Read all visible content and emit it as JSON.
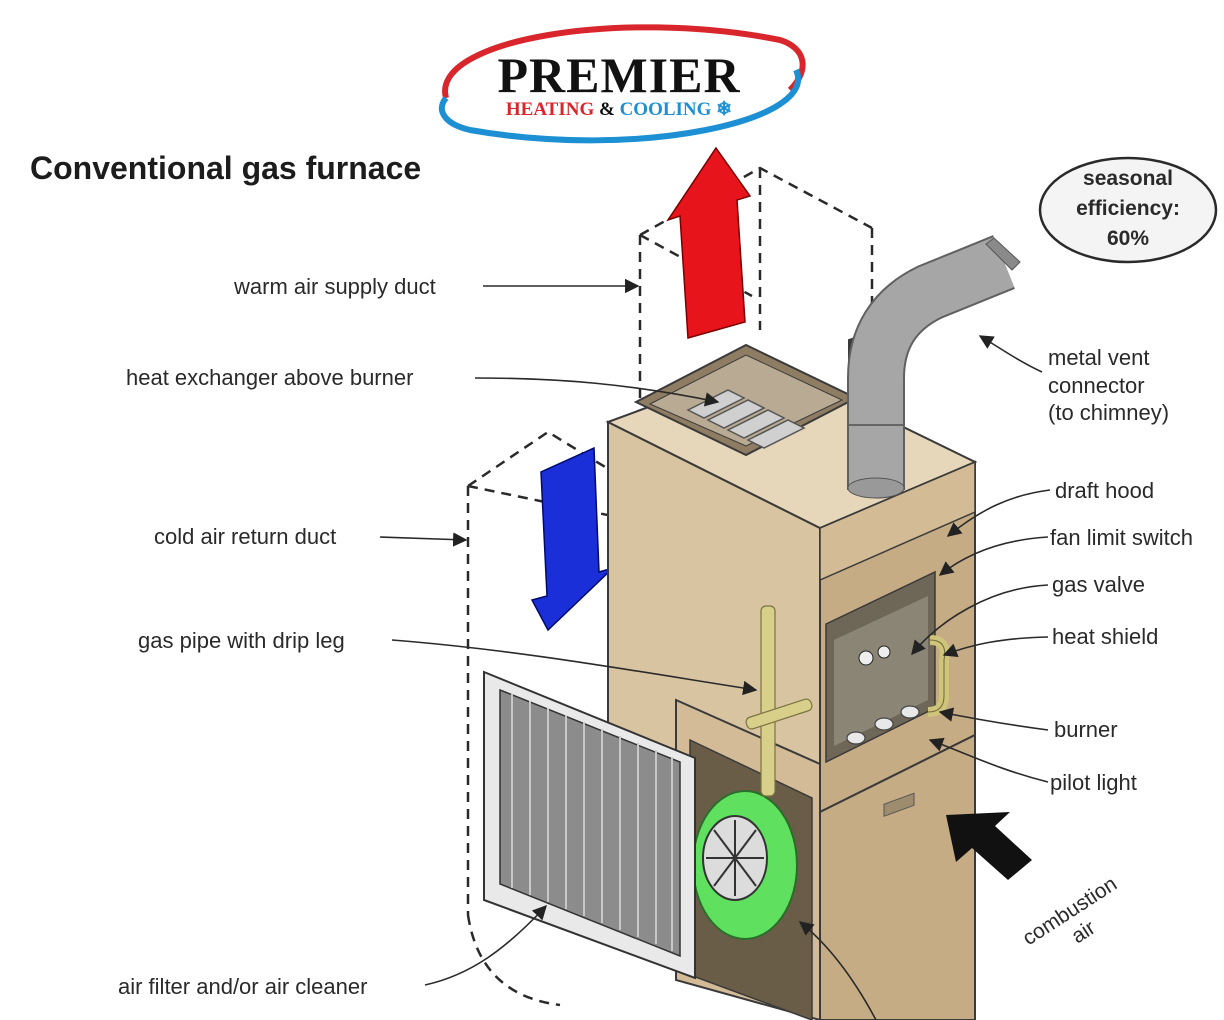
{
  "logo": {
    "brand": "PREMIER",
    "sub_heating": "HEATING",
    "sub_amp": "&",
    "sub_cooling": "COOLING",
    "colors": {
      "red": "#d8262c",
      "blue": "#1d8fd3"
    }
  },
  "title": "Conventional gas furnace",
  "efficiency": {
    "line1": "seasonal",
    "line2": "efficiency:",
    "line3": "60%"
  },
  "labels": {
    "warm_air_supply_duct": "warm air supply duct",
    "heat_exchanger": "heat exchanger above burner",
    "cold_air_return_duct": "cold air return duct",
    "gas_pipe": "gas pipe with drip leg",
    "air_filter": "air filter and/or air cleaner",
    "metal_vent_line1": "metal vent",
    "metal_vent_line2": "connector",
    "metal_vent_line3": "(to chimney)",
    "draft_hood": "draft hood",
    "fan_limit_switch": "fan limit switch",
    "gas_valve": "gas valve",
    "heat_shield": "heat shield",
    "burner": "burner",
    "pilot_light": "pilot light",
    "combustion_line1": "combustion",
    "combustion_line2": "air"
  },
  "colors": {
    "cabinet_front": "#d9c4a2",
    "cabinet_side": "#c6ac84",
    "cabinet_top": "#e6d6ba",
    "warm_arrow": "#e8141c",
    "cold_arrow": "#1b2fd8",
    "blower_wheel": "#5fe05f",
    "vent_pipe": "#a6a6a6",
    "gas_pipe": "#d8cf8a"
  }
}
